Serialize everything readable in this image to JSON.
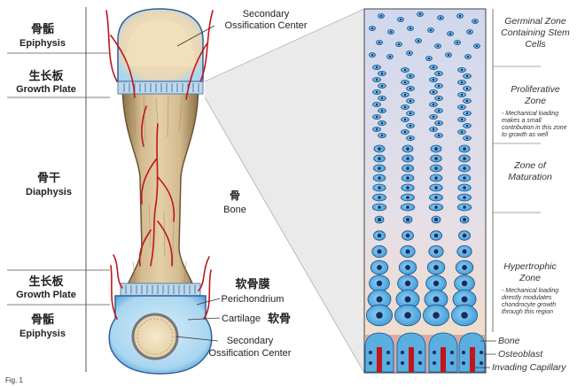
{
  "left_labels": {
    "epiphysis_top_cn": "骨骺",
    "epiphysis_top_en": "Epiphysis",
    "growth_plate_top_cn": "生长板",
    "growth_plate_top_en": "Growth Plate",
    "diaphysis_cn": "骨干",
    "diaphysis_en": "Diaphysis",
    "growth_plate_bottom_cn": "生长板",
    "growth_plate_bottom_en": "Growth Plate",
    "epiphysis_bottom_cn": "骨骺",
    "epiphysis_bottom_en": "Epiphysis"
  },
  "callouts": {
    "secondary_top_line1": "Secondary",
    "secondary_top_line2": "Ossification Center",
    "bone_cn": "骨",
    "bone_en": "Bone",
    "perichondrium_cn": "软骨膜",
    "perichondrium_en": "Perichondrium",
    "cartilage_en": "Cartilage",
    "cartilage_cn": "软骨",
    "secondary_bottom_line1": "Secondary",
    "secondary_bottom_line2": "Ossification Center"
  },
  "zones": {
    "germinal_l1": "Germinal Zone",
    "germinal_l2": "Containing Stem",
    "germinal_l3": "Cells",
    "proliferative_l1": "Proliferative",
    "proliferative_l2": "Zone",
    "proliferative_note1": "- Mechanical loading",
    "proliferative_note2": "makes a small",
    "proliferative_note3": "contribution in this zone",
    "proliferative_note4": "to growth as well",
    "maturation_l1": "Zone of",
    "maturation_l2": "Maturation",
    "hypertrophic_l1": "Hypertrophic",
    "hypertrophic_l2": "Zone",
    "hypertrophic_note1": "- Mechanical loading",
    "hypertrophic_note2": "directly modulates",
    "hypertrophic_note3": "chondrocyte growth",
    "hypertrophic_note4": "through this region"
  },
  "bottom_labels": {
    "bone": "Bone",
    "osteoblast": "Osteoblast",
    "invading_capillary": "Invading Capillary"
  },
  "figure_label": "Fig. 1",
  "colors": {
    "bone_tan": "#d9c29a",
    "cartilage_blue": "#a9d6f0",
    "cell_blue": "#4aa8df",
    "nucleus_navy": "#1a2a5a",
    "vessel_red": "#c0151b",
    "panel_top": "#cfd8ee",
    "panel_bottom": "#f3dcc3"
  }
}
